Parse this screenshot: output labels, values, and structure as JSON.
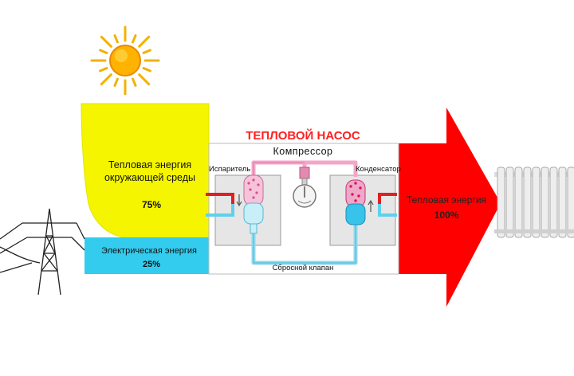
{
  "title": "ТЕПЛОВОЙ НАСОС",
  "ambient": {
    "label": "Тепловая энергия\nокружающей среды",
    "percent": "75%"
  },
  "electric": {
    "label": "Электрическая энергия",
    "percent": "25%"
  },
  "compressor_label": "Компрессор",
  "evaporator_label": "Испаритель",
  "condenser_label": "Конденсатор",
  "valve_label": "Сбросной клапан",
  "output": {
    "label": "Тепловая энергия",
    "percent": "100%"
  },
  "colors": {
    "ambient_yellow": "#f5f500",
    "electric_cyan": "#33ccee",
    "output_red": "#ff0000",
    "title_red": "#ff2020",
    "pipe_pink": "#f4a6c8",
    "pipe_cyan": "#8fd9ee"
  },
  "icons": [
    "sun-icon",
    "power-pylon-icon",
    "radiator-icon",
    "compressor-bulb-icon"
  ]
}
